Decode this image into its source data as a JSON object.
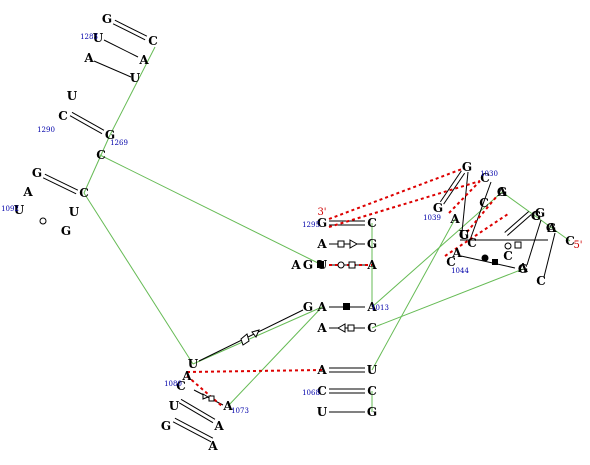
{
  "colors": {
    "base": "#000000",
    "backbone": "#66bb55",
    "tertiary": "#dd0000",
    "number": "#0000aa",
    "strand_end": "#d00000"
  },
  "nucleotides": [
    {
      "id": "n1",
      "letter": "G"
    },
    {
      "id": "n2",
      "letter": "C"
    },
    {
      "id": "n3",
      "letter": "U"
    },
    {
      "id": "n4",
      "letter": "A"
    },
    {
      "id": "n5",
      "letter": "A"
    },
    {
      "id": "n6",
      "letter": "U"
    },
    {
      "id": "n7",
      "letter": "U"
    },
    {
      "id": "n8",
      "letter": "C"
    },
    {
      "id": "n9",
      "letter": "G"
    },
    {
      "id": "n10",
      "letter": "C"
    },
    {
      "id": "n11",
      "letter": "G"
    },
    {
      "id": "n12",
      "letter": "C"
    },
    {
      "id": "n13",
      "letter": "A"
    },
    {
      "id": "n14",
      "letter": "U"
    },
    {
      "id": "n15",
      "letter": "U"
    },
    {
      "id": "n16",
      "letter": "G"
    },
    {
      "id": "n17",
      "letter": "G"
    },
    {
      "id": "n18",
      "letter": "C"
    },
    {
      "id": "n19",
      "letter": "A"
    },
    {
      "id": "n20",
      "letter": "G"
    },
    {
      "id": "n21",
      "letter": "A"
    },
    {
      "id": "n22",
      "letter": "G"
    },
    {
      "id": "n23",
      "letter": "U"
    },
    {
      "id": "n24",
      "letter": "A"
    },
    {
      "id": "n25",
      "letter": "G"
    },
    {
      "id": "n26",
      "letter": "A"
    },
    {
      "id": "n27",
      "letter": "A"
    },
    {
      "id": "n28",
      "letter": "A"
    },
    {
      "id": "n29",
      "letter": "C"
    },
    {
      "id": "n30",
      "letter": "G"
    },
    {
      "id": "n31",
      "letter": "C"
    },
    {
      "id": "n32",
      "letter": "G"
    },
    {
      "id": "n33",
      "letter": "A"
    },
    {
      "id": "n34",
      "letter": "U"
    },
    {
      "id": "n35",
      "letter": "A"
    },
    {
      "id": "n36",
      "letter": "G"
    },
    {
      "id": "n37",
      "letter": "A"
    },
    {
      "id": "n38",
      "letter": "C"
    },
    {
      "id": "n39",
      "letter": "C"
    },
    {
      "id": "n40",
      "letter": "G"
    },
    {
      "id": "n41",
      "letter": "A"
    },
    {
      "id": "n42",
      "letter": "C"
    },
    {
      "id": "n43",
      "letter": "G"
    },
    {
      "id": "n44",
      "letter": "C"
    },
    {
      "id": "n45",
      "letter": "A"
    },
    {
      "id": "n46",
      "letter": "U"
    },
    {
      "id": "n47",
      "letter": "C"
    },
    {
      "id": "n48",
      "letter": "C"
    },
    {
      "id": "n49",
      "letter": "U"
    },
    {
      "id": "n50",
      "letter": "G"
    },
    {
      "id": "n51",
      "letter": "U"
    },
    {
      "id": "n52",
      "letter": "A"
    },
    {
      "id": "n53",
      "letter": "C"
    },
    {
      "id": "n54",
      "letter": "A"
    },
    {
      "id": "n55",
      "letter": "U"
    },
    {
      "id": "n56",
      "letter": "A"
    },
    {
      "id": "n57",
      "letter": "G"
    },
    {
      "id": "n58",
      "letter": "A"
    },
    {
      "id": "n59",
      "letter": "G"
    },
    {
      "id": "n60",
      "letter": "C"
    },
    {
      "id": "n61",
      "letter": "C"
    },
    {
      "id": "n62",
      "letter": "G"
    },
    {
      "id": "n63",
      "letter": "G"
    },
    {
      "id": "n64",
      "letter": "A"
    },
    {
      "id": "n65",
      "letter": "C"
    }
  ],
  "numbers": [
    {
      "id": "num1283",
      "text": "1283"
    },
    {
      "id": "num1290",
      "text": "1290"
    },
    {
      "id": "num1269",
      "text": "1269"
    },
    {
      "id": "num1092",
      "text": "1092"
    },
    {
      "id": "num1295",
      "text": "1295"
    },
    {
      "id": "num1039",
      "text": "1039"
    },
    {
      "id": "num1030",
      "text": "1030"
    },
    {
      "id": "num1044",
      "text": "1044"
    },
    {
      "id": "num1013",
      "text": "1013"
    },
    {
      "id": "num1080",
      "text": "1080"
    },
    {
      "id": "num1073",
      "text": "1073"
    },
    {
      "id": "num1068",
      "text": "1068"
    }
  ],
  "strand_ends": [
    {
      "id": "end3",
      "text": "3'"
    },
    {
      "id": "end5",
      "text": "5'"
    }
  ]
}
